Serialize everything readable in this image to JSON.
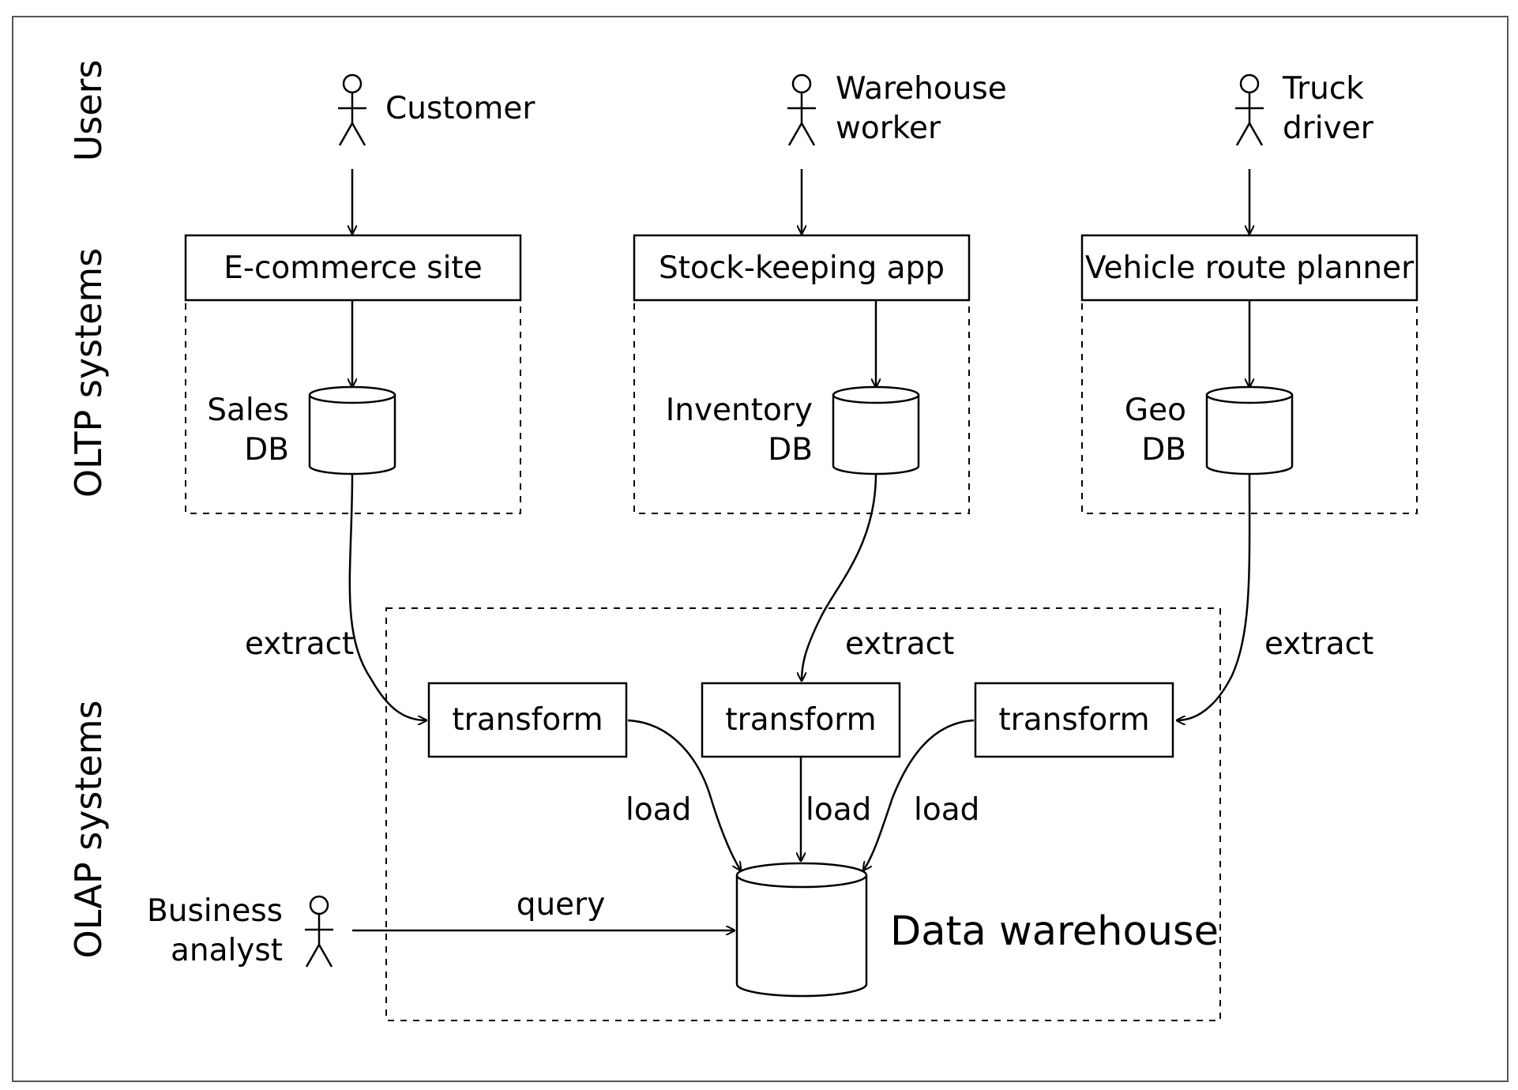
{
  "row_labels": {
    "users": "Users",
    "oltp": "OLTP systems",
    "olap": "OLAP systems"
  },
  "actors": {
    "customer": "Customer",
    "warehouse_worker": [
      "Warehouse",
      "worker"
    ],
    "truck_driver": [
      "Truck",
      "driver"
    ],
    "business_analyst": [
      "Business",
      "analyst"
    ]
  },
  "apps": {
    "ecommerce": "E-commerce site",
    "stock_keeping": "Stock-keeping app",
    "route_planner": "Vehicle route planner"
  },
  "databases": {
    "sales": [
      "Sales",
      "DB"
    ],
    "inventory": [
      "Inventory",
      "DB"
    ],
    "geo": [
      "Geo",
      "DB"
    ],
    "warehouse": "Data warehouse"
  },
  "edges": {
    "extract": "extract",
    "transform": "transform",
    "load": "load",
    "query": "query"
  }
}
